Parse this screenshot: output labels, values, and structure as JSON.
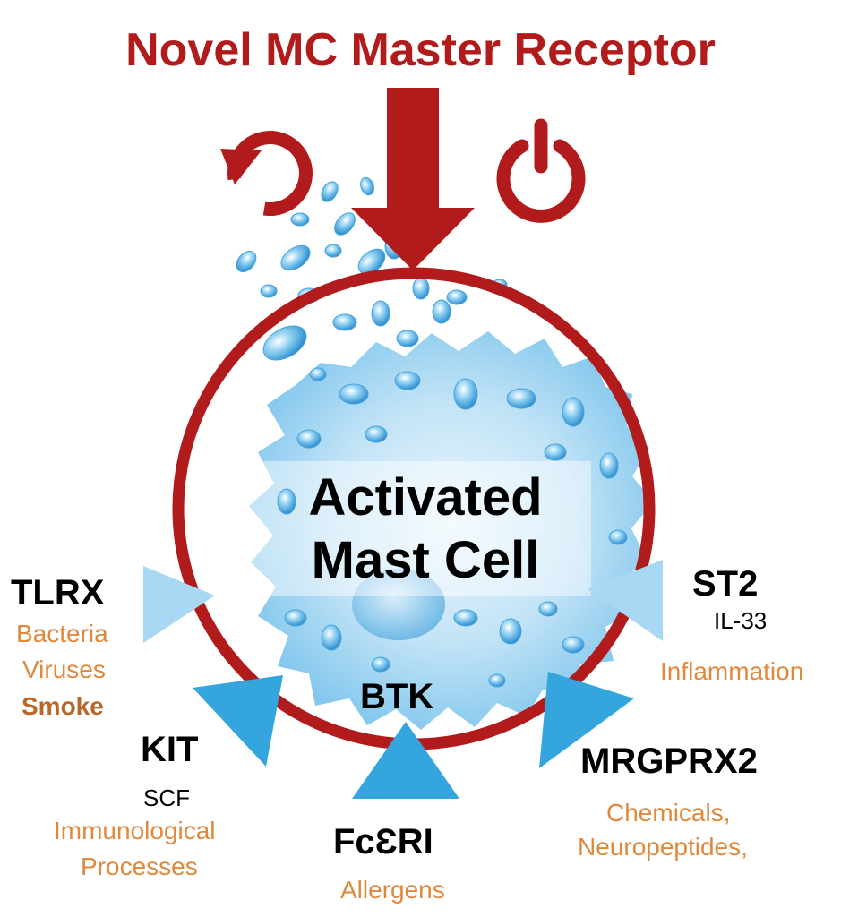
{
  "title": "Novel MC Master Receptor",
  "icons": {
    "reset": "rotate-ccw-icon",
    "power": "power-icon"
  },
  "colors": {
    "red": "#b11b1b",
    "blue": "#35a5de",
    "light_blue": "#a8d8f3",
    "orange": "#e0893d",
    "brown": "#b8662a"
  },
  "center": {
    "line1": "Activated",
    "line2": "Mast Cell"
  },
  "btk": "BTK",
  "tlrx": {
    "name": "TLRX",
    "ligands": [
      "Bacteria",
      "Viruses",
      "Smoke"
    ]
  },
  "st2": {
    "name": "ST2",
    "ligand": "IL-33",
    "process": "Inflammation"
  },
  "kit": {
    "name": "KIT",
    "ligand": "SCF",
    "process1": "Immunological",
    "process2": "Processes"
  },
  "fceri": {
    "name": "FcƐRI",
    "ligand": "Allergens"
  },
  "mrgprx2": {
    "name": "MRGPRX2",
    "ligand1": "Chemicals,",
    "ligand2": "Neuropeptides,"
  }
}
